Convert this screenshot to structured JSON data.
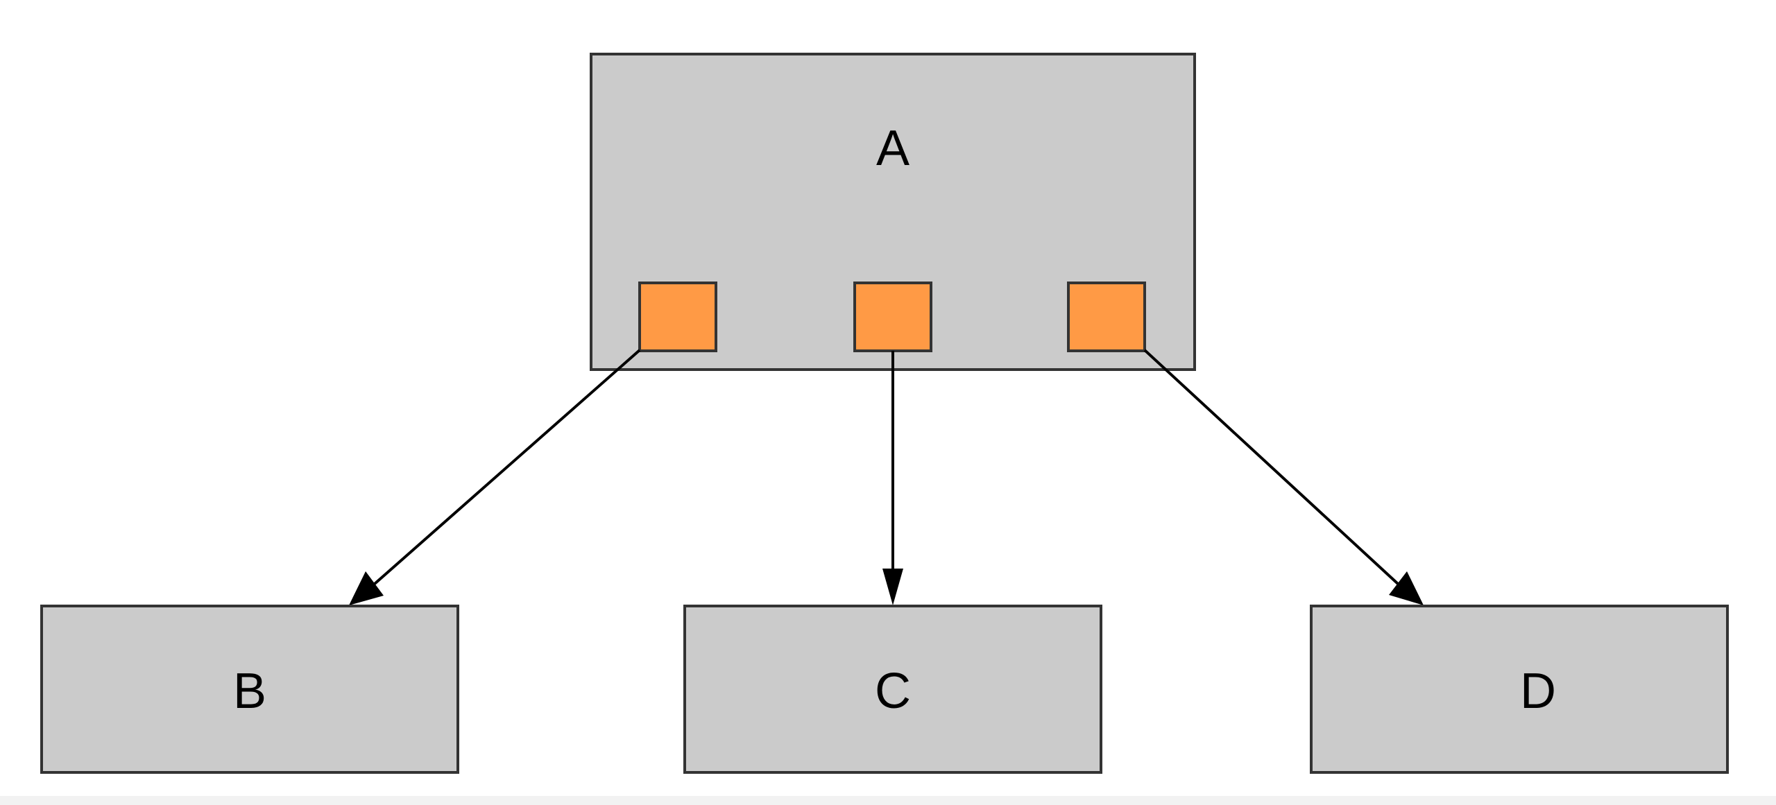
{
  "diagram": {
    "nodes": [
      {
        "id": "A",
        "label": "A"
      },
      {
        "id": "B",
        "label": "B"
      },
      {
        "id": "C",
        "label": "C"
      },
      {
        "id": "D",
        "label": "D"
      }
    ],
    "ports": [
      {
        "id": "port-1",
        "parent": "A"
      },
      {
        "id": "port-2",
        "parent": "A"
      },
      {
        "id": "port-3",
        "parent": "A"
      }
    ],
    "edges": [
      {
        "from": "port-1",
        "to": "B"
      },
      {
        "from": "port-2",
        "to": "C"
      },
      {
        "from": "port-3",
        "to": "D"
      }
    ]
  },
  "colors": {
    "node_fill": "#cbcbcb",
    "node_stroke": "#333333",
    "port_fill": "#ff9a45",
    "edge": "#000000",
    "background": "#ffffff"
  }
}
